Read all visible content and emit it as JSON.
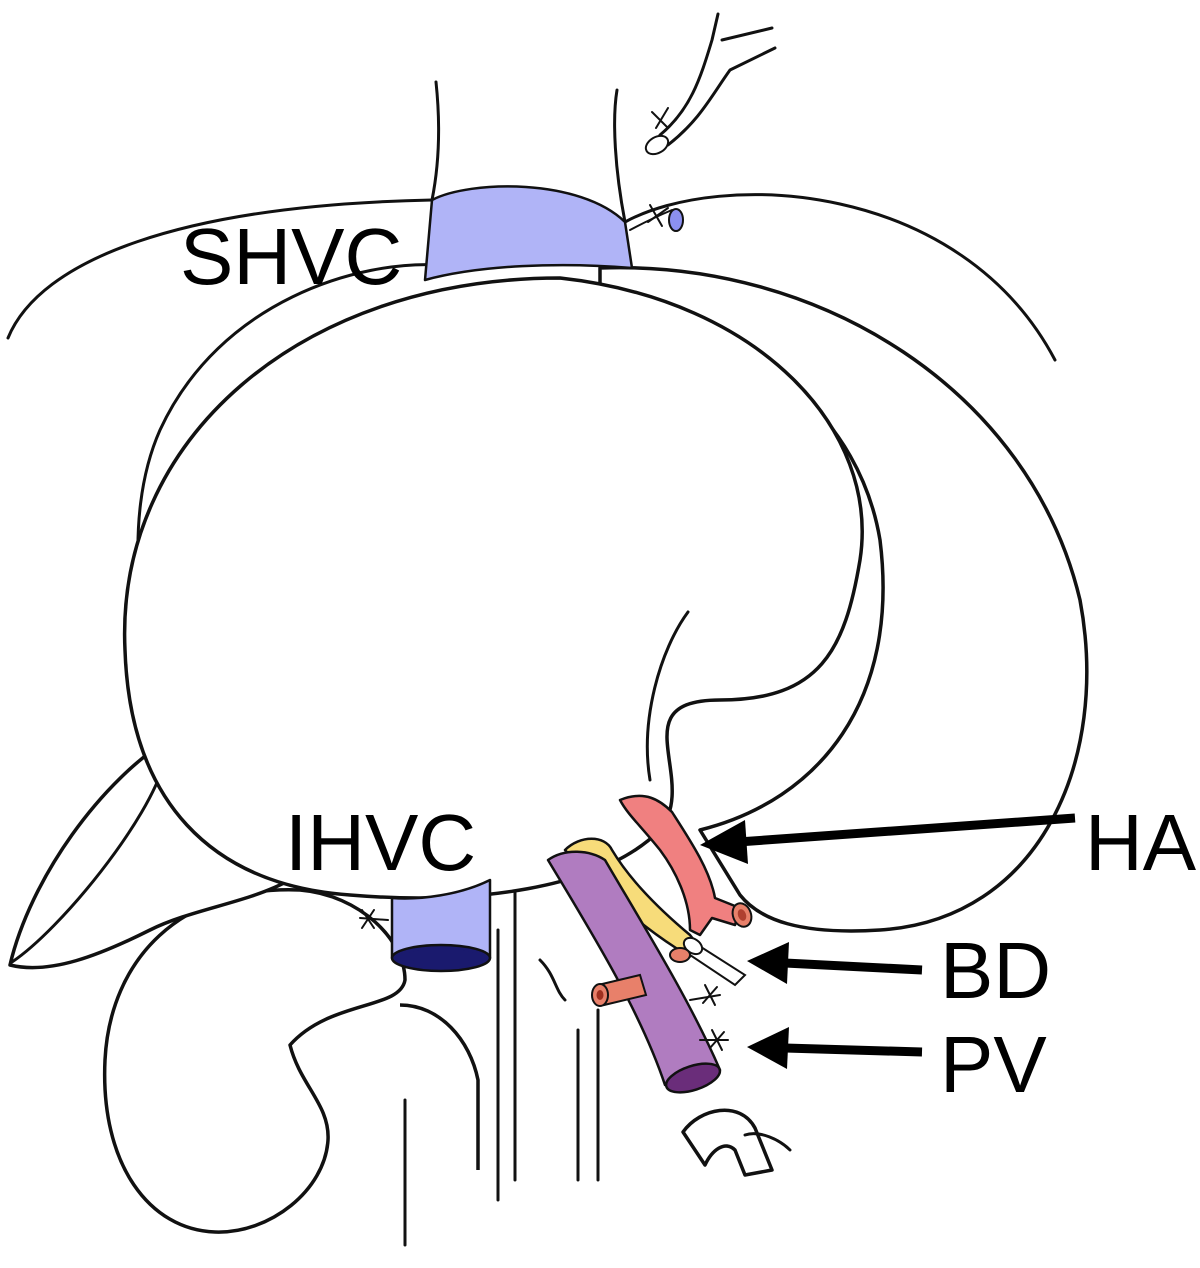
{
  "labels": {
    "shvc": "SHVC",
    "ihvc": "IHVC",
    "ha": "HA",
    "bd": "BD",
    "pv": "PV"
  },
  "colors": {
    "vena_cava": "#b0b4f7",
    "vena_cava_cut": "#8c90f0",
    "vena_cava_lumen": "#1a1a6e",
    "hepatic_artery": "#f08080",
    "bile_duct": "#f7dc7a",
    "portal_vein": "#b07cc0",
    "portal_vein_cut": "#6a2d7a",
    "artery_stump": "#e8806a",
    "outline": "#111111",
    "background": "#ffffff"
  }
}
